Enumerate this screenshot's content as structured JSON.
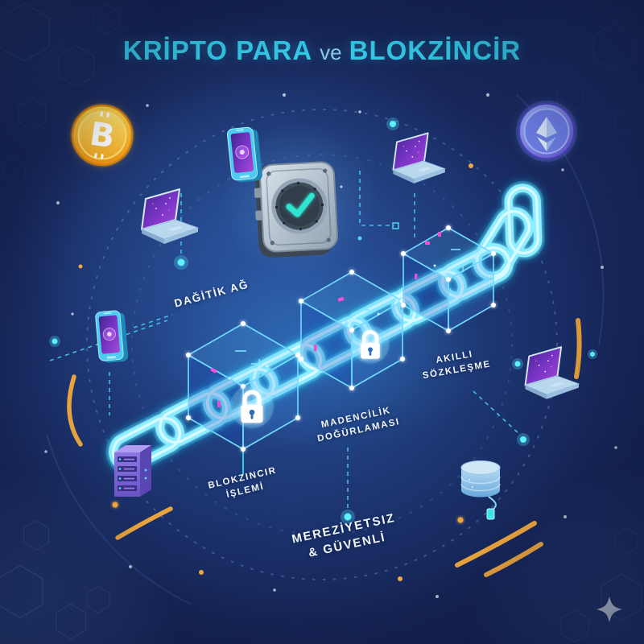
{
  "title": {
    "part1": "KRİPTO PARA",
    "connector": "ve",
    "part2": "BLOKZİNCİR"
  },
  "labels": {
    "distributed_network": "DAĞİTİK AĞ",
    "smart_contract": {
      "line1": "AKILLI",
      "line2": "SÖZKLEŞME"
    },
    "mining_verification": {
      "line1": "MADENCİLİK",
      "line2": "DOĞÜRLAMASI"
    },
    "blockchain_transaction": {
      "line1": "BLOKZINCIR",
      "line2": "İŞLEMİ"
    },
    "decentralized_secure": {
      "line1": "MEREZİYETSIZ",
      "line2": "& GÜVENLİ"
    }
  },
  "icons": {
    "bitcoin_coin": "bitcoin-coin",
    "bitcoin_letter": "B",
    "ethereum_coin": "ethereum-coin",
    "security_vault": "vault-with-checkmark",
    "padlock": "padlock",
    "laptop": "laptop",
    "smartphone": "smartphone",
    "server_rack": "server-rack",
    "database": "database-cylinder",
    "sparkle": "four-point-star"
  },
  "colors": {
    "background_navy": "#16265a",
    "title_cyan": "#35d2f0",
    "accent_cyan": "#4fd2ee",
    "chain_glow": "#8ceeff",
    "label_text": "#f2f6fb",
    "orange_accent": "#e8a33d",
    "magenta_accent": "#ff4fd8",
    "bitcoin_orange": "#f5a81e",
    "ethereum_blue": "#7488ea",
    "vault_teal_check": "#2fe5d2"
  }
}
